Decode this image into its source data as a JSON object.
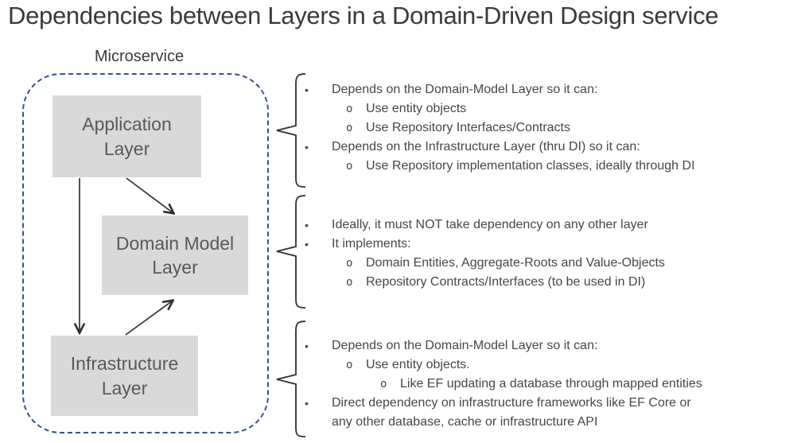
{
  "title": "Dependencies between Layers in a Domain-Driven Design service",
  "diagram": {
    "container_label": "Microservice",
    "boxes": [
      {
        "label": "Application\nLayer"
      },
      {
        "label": "Domain Model\nLayer"
      },
      {
        "label": "Infrastructure\nLayer"
      }
    ],
    "arrows": [
      "application-layer to infrastructure-layer",
      "application-layer to domain-model-layer",
      "infrastructure-layer to domain-model-layer"
    ]
  },
  "glyphs": {
    "bullet_level1": "•",
    "bullet_level2": "o",
    "bullet_level3": "o"
  },
  "annotations": [
    {
      "items": [
        {
          "level": 1,
          "text": "Depends on the Domain-Model Layer so it can:"
        },
        {
          "level": 2,
          "text": "Use entity objects"
        },
        {
          "level": 2,
          "text": "Use Repository Interfaces/Contracts"
        },
        {
          "level": 1,
          "text": "Depends on the Infrastructure Layer (thru DI) so it can:"
        },
        {
          "level": 2,
          "text": "Use Repository implementation classes, ideally through DI"
        }
      ]
    },
    {
      "items": [
        {
          "level": 1,
          "text": "Ideally, it must NOT take dependency on any other layer"
        },
        {
          "level": 1,
          "text": "It implements:"
        },
        {
          "level": 2,
          "text": "Domain Entities, Aggregate-Roots and Value-Objects"
        },
        {
          "level": 2,
          "text": "Repository Contracts/Interfaces (to be used in DI)"
        }
      ]
    },
    {
      "items": [
        {
          "level": 1,
          "text": "Depends on the Domain-Model Layer so it can:"
        },
        {
          "level": 2,
          "text": "Use entity objects."
        },
        {
          "level": 3,
          "text": "Like EF updating a database through mapped entities"
        },
        {
          "level": 1,
          "text": "Direct dependency on infrastructure frameworks like EF Core or\nany other database, cache or infrastructure API"
        }
      ]
    }
  ],
  "colors": {
    "box_fill": "#d9d9d9",
    "box_text": "#595959",
    "dashed_border": "#35538f",
    "body_text": "#464646",
    "title_text": "#3a3a3a",
    "line": "#303030"
  }
}
